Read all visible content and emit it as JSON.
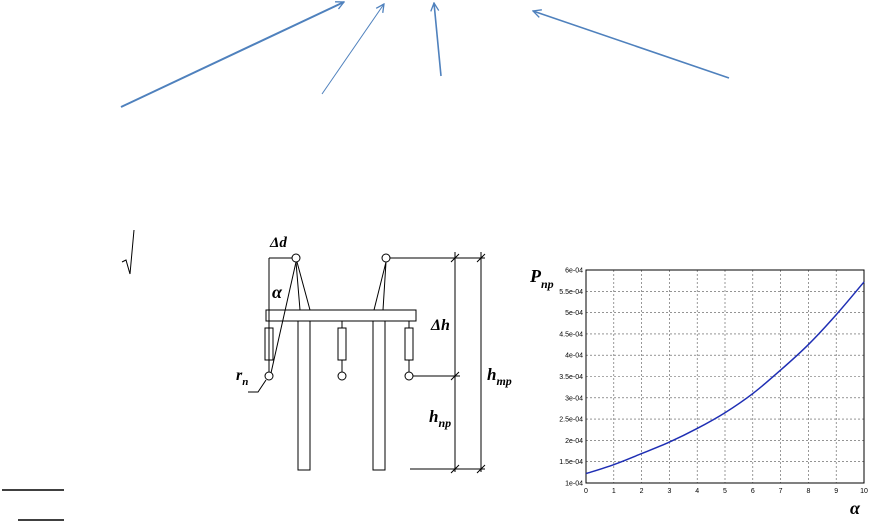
{
  "colors": {
    "arrow": "#4f81bd",
    "curve": "#1f2fb4",
    "grid": "#555555",
    "line": "#000000"
  },
  "diagram": {
    "labels": {
      "delta_d": "Δd",
      "alpha": "α",
      "r_main": "r",
      "r_sub": "n",
      "delta_h": "Δh",
      "h_mp_main": "h",
      "h_mp_sub": "mp",
      "h_np_main": "h",
      "h_np_sub": "np"
    }
  },
  "chart_data": {
    "type": "line",
    "ylabel_main": "P",
    "ylabel_sub": "np",
    "xlabel": "α",
    "xlim": [
      0,
      10
    ],
    "ylim": [
      0.0001,
      0.0006
    ],
    "xticks": [
      "0",
      "1",
      "2",
      "3",
      "4",
      "5",
      "6",
      "7",
      "8",
      "9",
      "10"
    ],
    "yticks": [
      "1e-04",
      "1.5e-04",
      "2e-04",
      "2.5e-04",
      "3e-04",
      "3.5e-04",
      "4e-04",
      "4.5e-04",
      "5e-04",
      "5.5e-04",
      "6e-04"
    ],
    "grid": true,
    "series": [
      {
        "x": [
          0,
          1,
          2,
          3,
          4,
          5,
          6,
          7,
          8,
          9,
          10
        ],
        "values": [
          0.000122,
          0.000143,
          0.000169,
          0.000196,
          0.000228,
          0.000265,
          0.00031,
          0.000365,
          0.000425,
          0.000495,
          0.000572
        ]
      }
    ]
  }
}
